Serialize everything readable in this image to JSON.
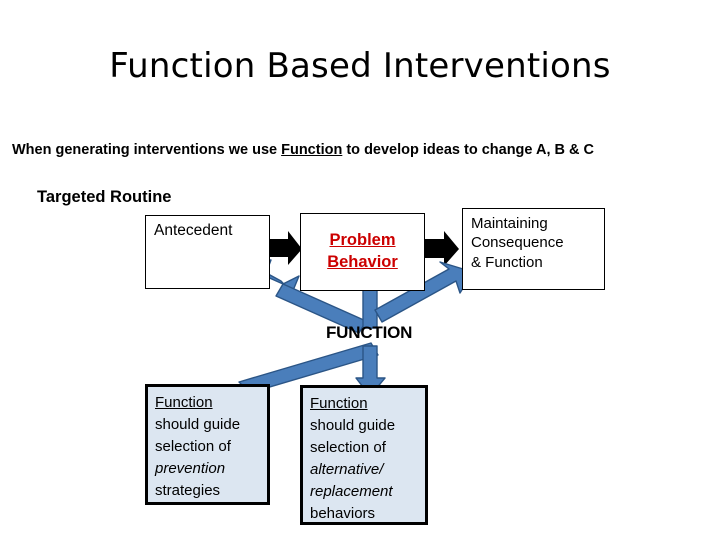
{
  "slide": {
    "title": "Function Based Interventions",
    "subtitle": {
      "before": "When generating interventions we use ",
      "emphasis": "Function",
      "after": " to develop ideas to change A, B & C"
    },
    "section_label": "Targeted Routine",
    "function_label": "FUNCTION"
  },
  "abc_chain": {
    "antecedent": {
      "label": "Antecedent"
    },
    "behavior": {
      "line1": "Problem",
      "line2": "Behavior",
      "color": "#cc0000"
    },
    "consequence": {
      "line1": "Maintaining",
      "line2": "Consequence",
      "line3": "& Function"
    }
  },
  "guidance": {
    "prevention": {
      "l1": "Function",
      "l2": "should guide",
      "l3": "selection of",
      "l4": "prevention",
      "l5": "strategies"
    },
    "replacement": {
      "l1": "Function",
      "l2": "should guide",
      "l3": "selection of",
      "l4": "alternative/",
      "l5": "replacement",
      "l6": "behaviors"
    }
  },
  "colors": {
    "arrow_blue_fill": "#4a7ebb",
    "arrow_blue_stroke": "#2b5586",
    "box_fill_blue": "#dce6f1",
    "behavior_red": "#cc0000",
    "connector_black": "#000000"
  }
}
